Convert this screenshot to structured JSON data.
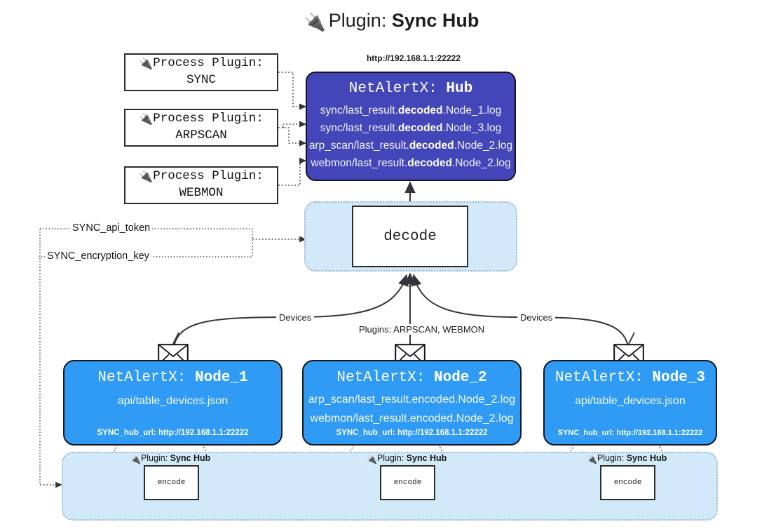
{
  "title": {
    "plug_icon": "plug-icon",
    "prefix": "Plugin:",
    "name": "Sync Hub"
  },
  "process_plugins": [
    {
      "line1": "Process Plugin:",
      "line2": "SYNC",
      "icon": "plug-icon"
    },
    {
      "line1": "Process Plugin:",
      "line2": "ARPSCAN",
      "icon": "plug-icon"
    },
    {
      "line1": "Process Plugin:",
      "line2": "WEBMON",
      "icon": "plug-icon"
    }
  ],
  "hub": {
    "url_label": "http://192.168.1.1:22222",
    "header_prefix": "NetAlertX:",
    "header_name": "Hub",
    "logs": [
      {
        "pre": "sync/last_result.",
        "bold": "decoded",
        "post": ".Node_1.log"
      },
      {
        "pre": "sync/last_result.",
        "bold": "decoded",
        "post": ".Node_3.log"
      },
      {
        "pre": "arp_scan/last_result.",
        "bold": "decoded",
        "post": ".Node_2.log"
      },
      {
        "pre": "webmon/last_result.",
        "bold": "decoded",
        "post": ".Node_2.log"
      }
    ]
  },
  "decode": {
    "label": "decode"
  },
  "tokens": [
    {
      "label": "SYNC_api_token"
    },
    {
      "label": "SYNC_encryption_key"
    }
  ],
  "edge_labels": {
    "devices_left": "Devices",
    "devices_right": "Devices",
    "plugins_center": "Plugins: ARPSCAN, WEBMON"
  },
  "nodes": [
    {
      "header_prefix": "NetAlertX:",
      "header_name": "Node_1",
      "lines": [
        "api/table_devices.json"
      ],
      "hub_url": "SYNC_hub_url: http://192.168.1.1:22222",
      "envelope_icon": "envelope-icon"
    },
    {
      "header_prefix": "NetAlertX:",
      "header_name": "Node_2",
      "lines": [
        "arp_scan/last_result.encoded.Node_2.log",
        "webmon/last_result.encoded.Node_2.log"
      ],
      "hub_url": "SYNC_hub_url: http://192.168.1.1:22222",
      "envelope_icon": "envelope-icon"
    },
    {
      "header_prefix": "NetAlertX:",
      "header_name": "Node_3",
      "lines": [
        "api/table_devices.json"
      ],
      "hub_url": "SYNC_hub_url: http://192.168.1.1:22222",
      "envelope_icon": "envelope-icon"
    }
  ],
  "encoders": [
    {
      "caption_prefix": "Plugin:",
      "caption_name": "Sync Hub",
      "box_label": "encode",
      "icon": "plug-icon"
    },
    {
      "caption_prefix": "Plugin:",
      "caption_name": "Sync Hub",
      "box_label": "encode",
      "icon": "plug-icon"
    },
    {
      "caption_prefix": "Plugin:",
      "caption_name": "Sync Hub",
      "box_label": "encode",
      "icon": "plug-icon"
    }
  ],
  "colors": {
    "hub_fill": "#4346b8",
    "node_fill": "#2f9bf5",
    "cluster_fill": "#d2e9fa",
    "box_border": "#2b2b2b",
    "edge": "#3b3b44"
  }
}
